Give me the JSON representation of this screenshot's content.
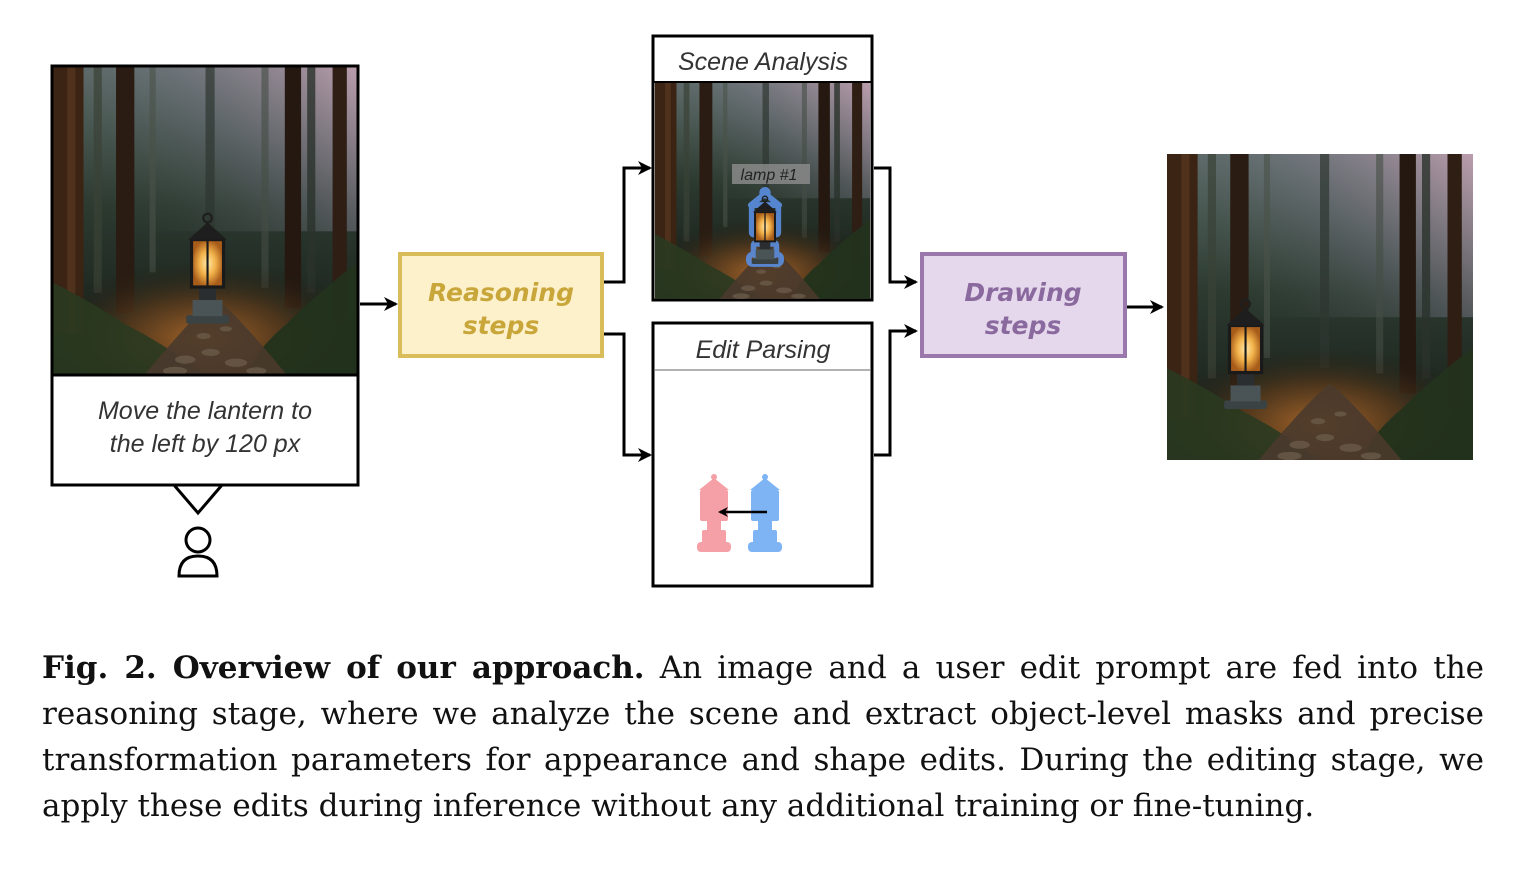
{
  "user_prompt": {
    "line1": "Move the lantern to",
    "line2": "the left by 120 px"
  },
  "reasoning": {
    "line1": "Reasoning",
    "line2": "steps"
  },
  "scene_analysis": {
    "title": "Scene Analysis",
    "tag": "lamp #1"
  },
  "edit_parsing": {
    "title": "Edit Parsing"
  },
  "drawing": {
    "line1": "Drawing",
    "line2": "steps"
  },
  "caption": {
    "lead": "Fig. 2. Overview of our approach.",
    "body": "An image and a user edit prompt are fed into the reasoning stage, where we analyze the scene and extract object-level masks and precise transformation parameters for appearance and shape edits. During the editing stage, we apply these edits during inference without any additional training or fine-tuning."
  },
  "colors": {
    "reasoning_fill": "#fdf1cc",
    "reasoning_stroke": "#d9bd5a",
    "reasoning_text": "#c9a63a",
    "drawing_fill": "#e6d8ec",
    "drawing_stroke": "#9b78ac",
    "drawing_text": "#8a6a9e",
    "mask_before": "#f4a0a6",
    "mask_after": "#7eb4f4",
    "outline_blue": "#5a8ee0"
  }
}
